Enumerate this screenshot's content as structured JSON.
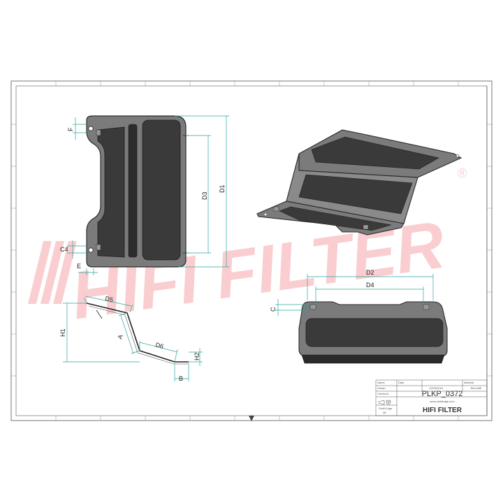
{
  "dimensions": {
    "front": {
      "f": "F",
      "c4": "C4",
      "e": "E",
      "d3": "D3",
      "d1": "D1"
    },
    "profile": {
      "d5": "D5",
      "h1": "H1",
      "a": "A",
      "d6": "D6",
      "h2": "H2",
      "b": "B"
    },
    "top_view": {
      "d2": "D2",
      "d4": "D4",
      "c": "C"
    }
  },
  "watermark": {
    "text": "HIFI FILTER",
    "registered": "®"
  },
  "title_block": {
    "label_name": "Name",
    "label_date": "Date",
    "label_drawn": "Drawn",
    "label_checked": "Checked",
    "label_material": "Material",
    "date": "12/03/2015",
    "drawn_by": "BULLBE",
    "scale": "1 : 1",
    "part_number": "PLKP_0372",
    "website": "www.solidedge.com",
    "software": "Solid Edge",
    "software_sub": "3E",
    "company": "HIFI FILTER"
  },
  "colors": {
    "dim_line": "#2aa5a0",
    "sheet_gray": "#7b7b7b",
    "pad_dark": "#3a3a3a",
    "watermark": "#e8202a",
    "part_number": "#e8202a",
    "company": "#e8202a"
  }
}
